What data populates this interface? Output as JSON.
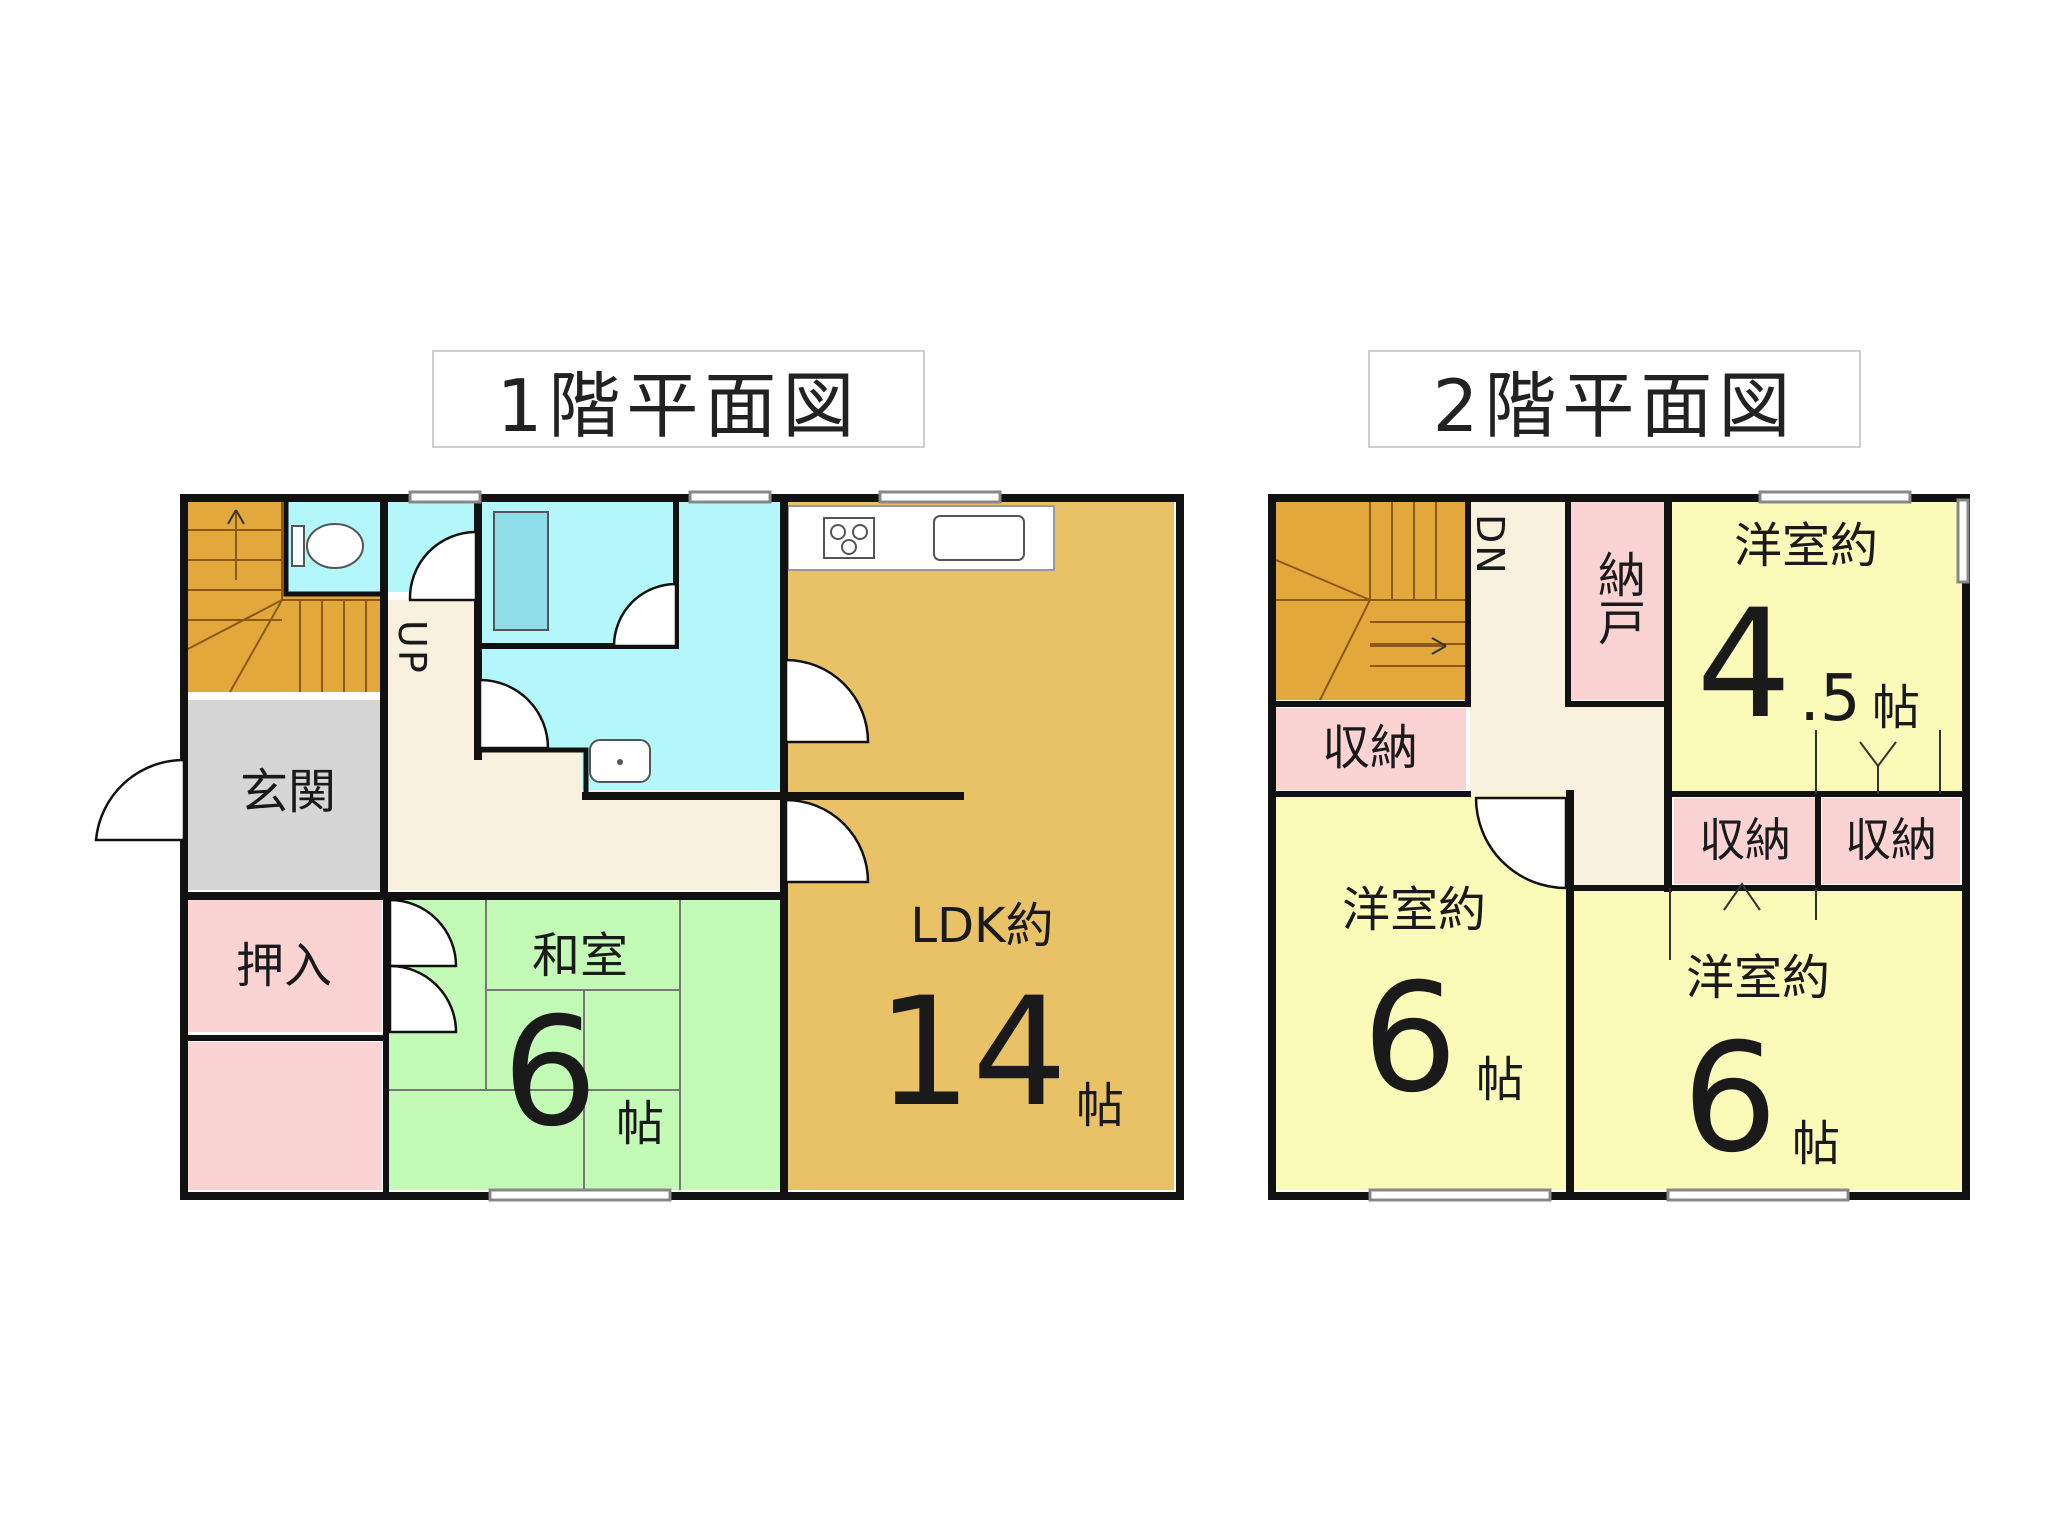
{
  "floor1": {
    "title": "1階平面図",
    "entrance": "玄関",
    "oshiire": "押入",
    "washitsu": {
      "name": "和室",
      "size": "6",
      "unit": "帖"
    },
    "ldk": {
      "name": "LDK約",
      "size": "14",
      "unit": "帖"
    },
    "stair_up": "UP"
  },
  "floor2": {
    "title": "2階平面図",
    "stair_dn": "DN",
    "nando": "納戸",
    "storage_left": "収納",
    "storage_mid": "収納",
    "storage_right": "収納",
    "room_a": {
      "name": "洋室約",
      "size": "4",
      "decimal": ".5",
      "unit": "帖"
    },
    "room_b": {
      "name": "洋室約",
      "size": "6",
      "unit": "帖"
    },
    "room_c": {
      "name": "洋室約",
      "size": "6",
      "unit": "帖"
    }
  },
  "colors": {
    "stair": "#e3a83c",
    "wet": "#b4f7fb",
    "hall": "#f7f1de",
    "entrance": "#d6d6d6",
    "storage": "#fbd3d3",
    "tatami": "#c3fbb6",
    "ldk": "#e9c268",
    "western": "#fafab9",
    "wall": "#111111"
  }
}
